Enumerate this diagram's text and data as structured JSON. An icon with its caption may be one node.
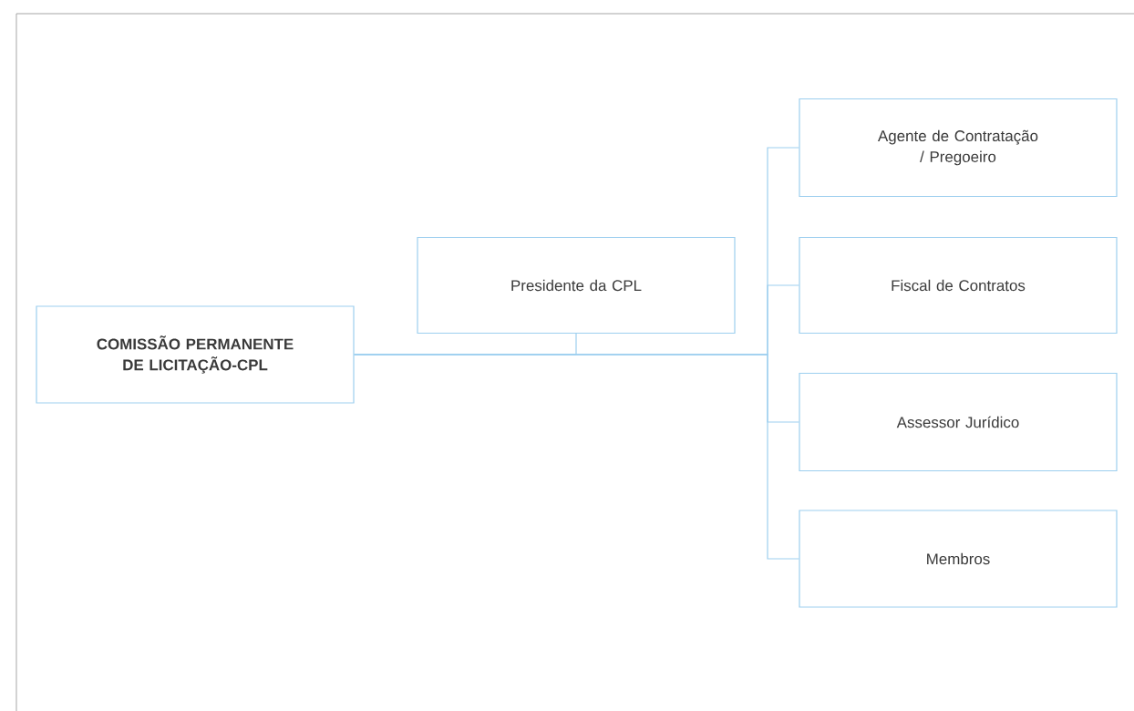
{
  "diagram": {
    "nodes": [
      {
        "text": [
          "COMISSÃO PERMANENTE DE LICITAÇÃO-CPL"
        ]
      },
      {
        "text": [
          "Presidente da CPL"
        ]
      },
      {
        "text": [
          "Agente de Contratação / Pregoeiro"
        ]
      },
      {
        "text": [
          "Fiscal de Contratos"
        ]
      },
      {
        "text": [
          "Assessor Jurídico"
        ]
      },
      {
        "text": [
          "Membros"
        ]
      }
    ],
    "edges": [
      {
        "from": 0,
        "to": 1,
        "arrow": "none"
      },
      {
        "from": 0,
        "to": 2,
        "arrow": "none"
      },
      {
        "from": 0,
        "to": 3,
        "arrow": "none"
      },
      {
        "from": 0,
        "to": 4,
        "arrow": "none"
      },
      {
        "from": 0,
        "to": 5,
        "arrow": "none"
      }
    ]
  }
}
